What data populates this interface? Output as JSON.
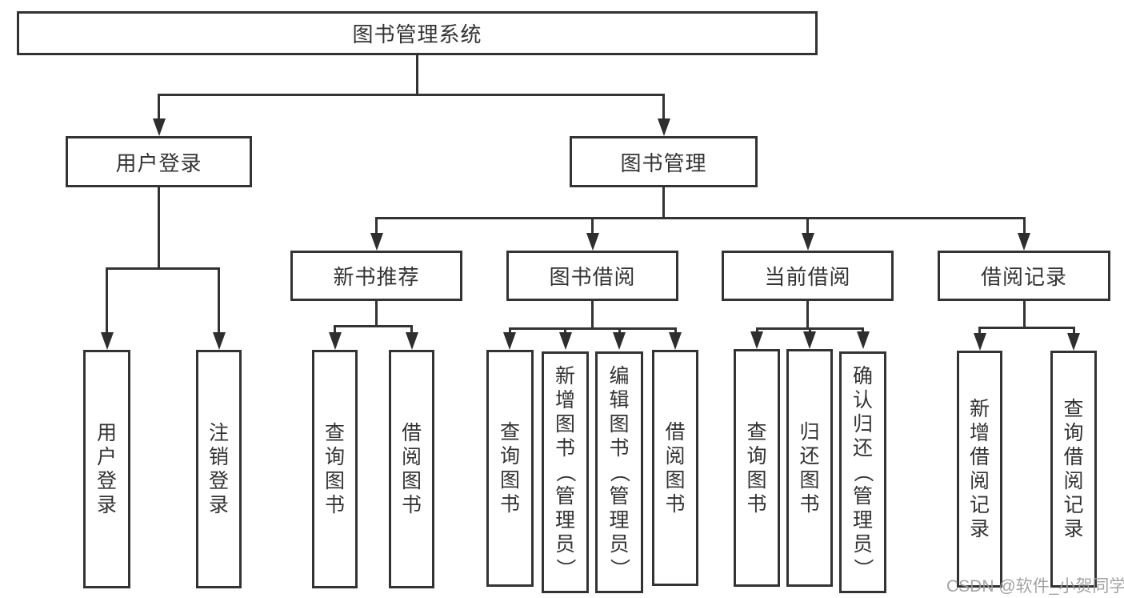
{
  "diagram": {
    "title": "图书管理系统",
    "watermark": "CSDN @软件_小贺同学",
    "colors": {
      "background": "#ffffff",
      "line": "#333333",
      "text": "#333333",
      "arrow": "#2e2e2e",
      "watermark": "#9c9c9c"
    },
    "nodes": [
      {
        "id": "root",
        "label": "图书管理系统",
        "parent": null,
        "orientation": "horizontal"
      },
      {
        "id": "user-login",
        "label": "用户登录",
        "parent": "root",
        "orientation": "horizontal"
      },
      {
        "id": "book-mgmt",
        "label": "图书管理",
        "parent": "root",
        "orientation": "horizontal"
      },
      {
        "id": "new-book-rec",
        "label": "新书推荐",
        "parent": "book-mgmt",
        "orientation": "horizontal"
      },
      {
        "id": "book-borrow",
        "label": "图书借阅",
        "parent": "book-mgmt",
        "orientation": "horizontal"
      },
      {
        "id": "current-borrow",
        "label": "当前借阅",
        "parent": "book-mgmt",
        "orientation": "horizontal"
      },
      {
        "id": "borrow-records",
        "label": "借阅记录",
        "parent": "book-mgmt",
        "orientation": "horizontal"
      },
      {
        "id": "v-user-login",
        "label": "用户登录",
        "parent": "user-login",
        "orientation": "vertical"
      },
      {
        "id": "v-logout",
        "label": "注销登录",
        "parent": "user-login",
        "orientation": "vertical"
      },
      {
        "id": "v-query-book-1",
        "label": "查询图书",
        "parent": "new-book-rec",
        "orientation": "vertical"
      },
      {
        "id": "v-borrow-book-1",
        "label": "借阅图书",
        "parent": "new-book-rec",
        "orientation": "vertical"
      },
      {
        "id": "v-query-book-2",
        "label": "查询图书",
        "parent": "book-borrow",
        "orientation": "vertical"
      },
      {
        "id": "v-add-book",
        "label": "新增图书（管理员）",
        "parent": "book-borrow",
        "orientation": "vertical"
      },
      {
        "id": "v-edit-book",
        "label": "编辑图书（管理员）",
        "parent": "book-borrow",
        "orientation": "vertical"
      },
      {
        "id": "v-borrow-book-2",
        "label": "借阅图书",
        "parent": "book-borrow",
        "orientation": "vertical"
      },
      {
        "id": "v-query-book-3",
        "label": "查询图书",
        "parent": "current-borrow",
        "orientation": "vertical"
      },
      {
        "id": "v-return-book",
        "label": "归还图书",
        "parent": "current-borrow",
        "orientation": "vertical"
      },
      {
        "id": "v-confirm-return",
        "label": "确认归还（管理员）",
        "parent": "current-borrow",
        "orientation": "vertical"
      },
      {
        "id": "v-add-record",
        "label": "新增借阅记录",
        "parent": "borrow-records",
        "orientation": "vertical"
      },
      {
        "id": "v-query-record",
        "label": "查询借阅记录",
        "parent": "borrow-records",
        "orientation": "vertical"
      }
    ]
  }
}
